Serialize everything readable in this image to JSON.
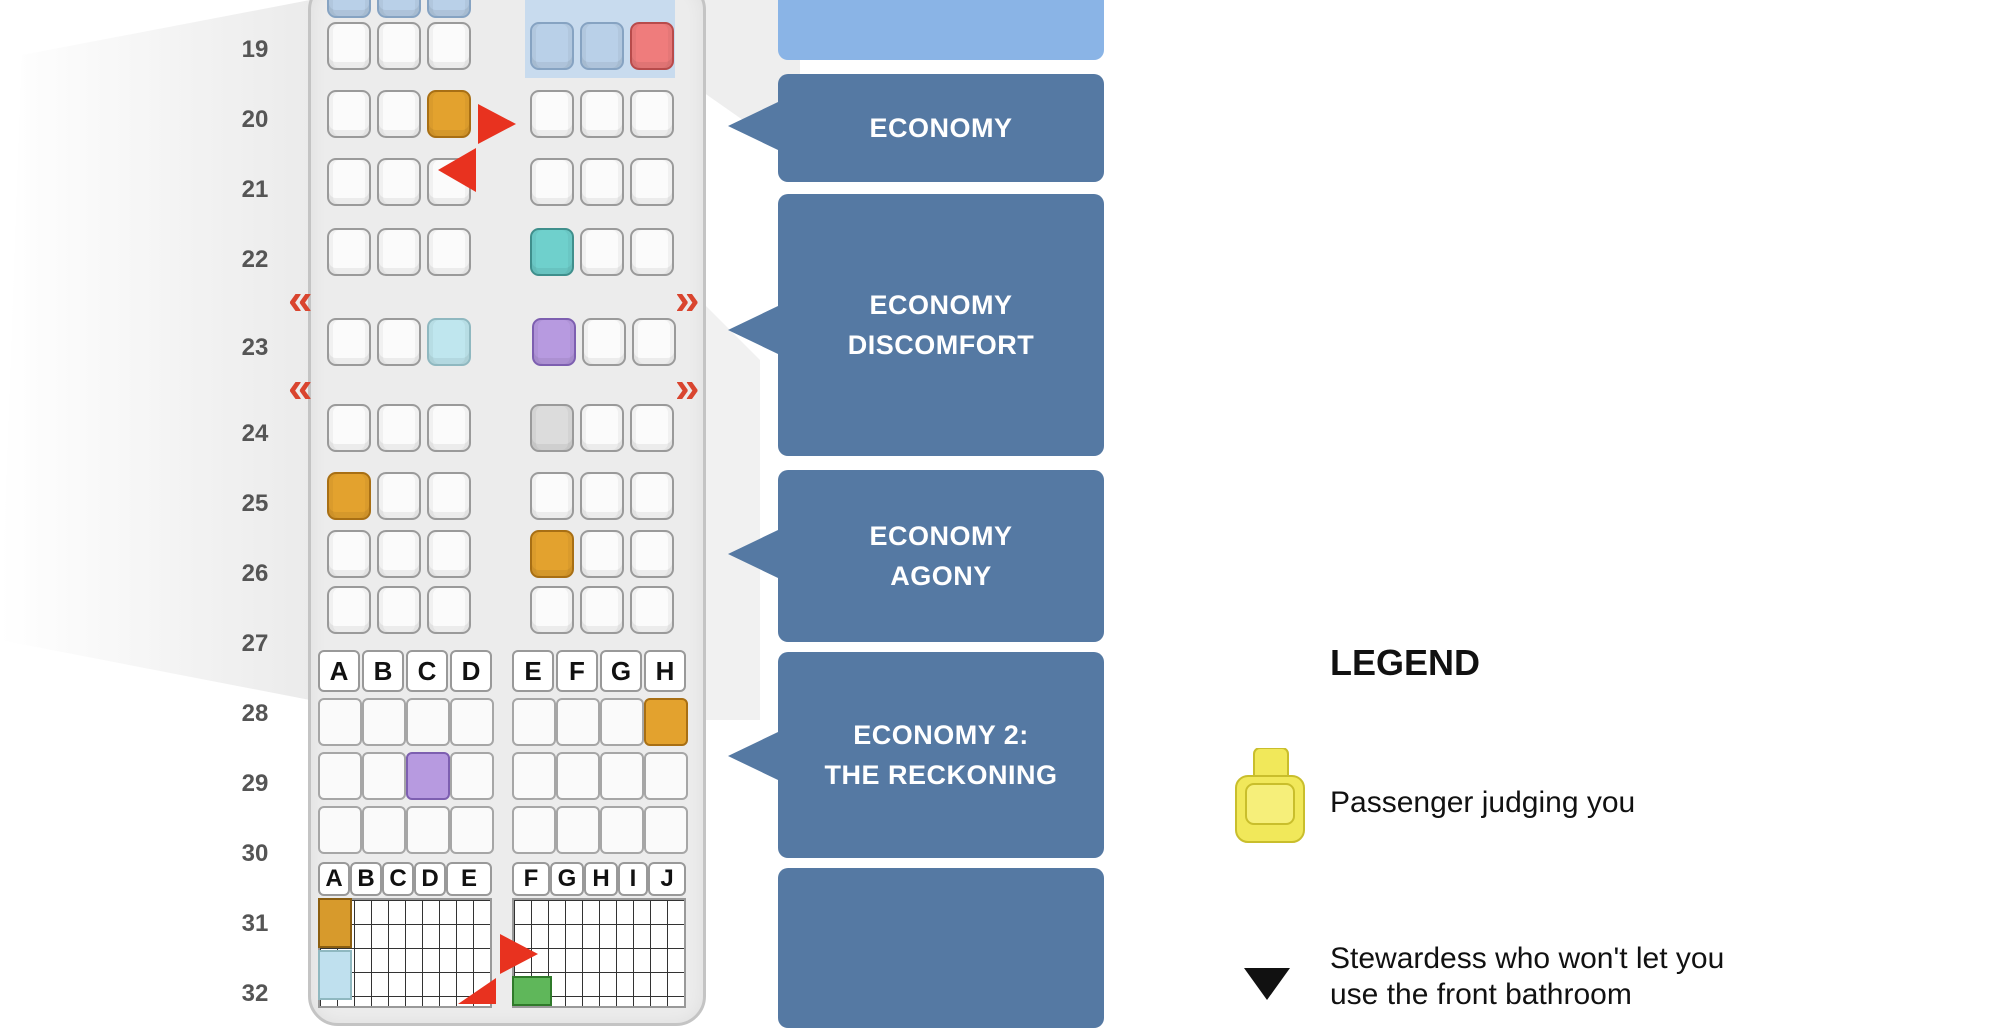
{
  "rows": [
    "19",
    "20",
    "21",
    "22",
    "23",
    "24",
    "25",
    "26",
    "27",
    "28",
    "29",
    "30",
    "31",
    "32"
  ],
  "section_labels": {
    "economy": "ECONOMY",
    "economy_discomfort_1": "ECONOMY",
    "economy_discomfort_2": "DISCOMFORT",
    "economy_agony_1": "ECONOMY",
    "economy_agony_2": "AGONY",
    "economy2_1": "ECONOMY 2:",
    "economy2_2": "THE RECKONING"
  },
  "columns_mid": [
    "A",
    "B",
    "C",
    "D",
    "E",
    "F",
    "G",
    "H"
  ],
  "columns_rear": [
    "A",
    "B",
    "C",
    "D",
    "E",
    "F",
    "G",
    "H",
    "I",
    "J"
  ],
  "legend": {
    "title": "LEGEND",
    "passenger": "Passenger judging you",
    "stewardess_1": "Stewardess who won't let you",
    "stewardess_2": "use the front bathroom"
  },
  "colors": {
    "panel": "#5579a3",
    "panel_top": "#8ab4e6",
    "orange_seat": "#e3a22e",
    "teal_seat": "#6fd0cc",
    "purple_seat": "#b79ae0",
    "red_marker": "#e8321f"
  }
}
